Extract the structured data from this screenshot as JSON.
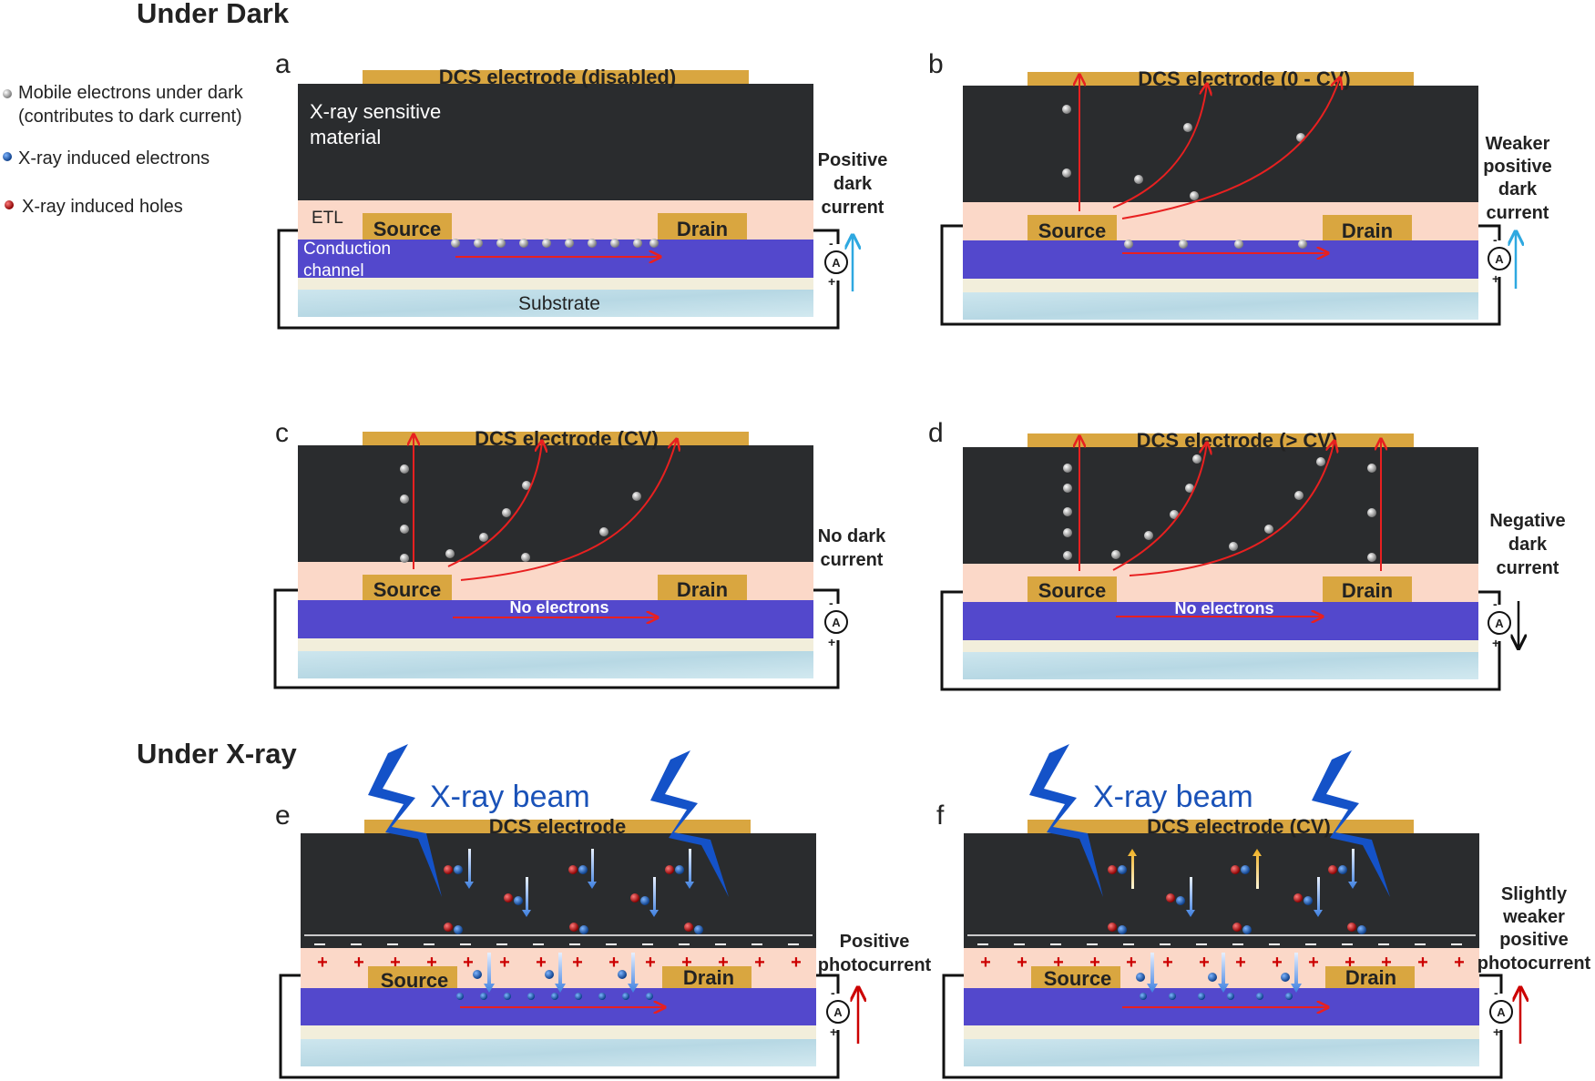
{
  "sections": {
    "dark": "Under Dark",
    "xray": "Under X-ray"
  },
  "legend": {
    "mobile_line1": "Mobile  electrons  under dark",
    "mobile_line2": "(contributes to dark current)",
    "electrons": "X-ray induced electrons",
    "holes": "X-ray induced holes"
  },
  "labels": {
    "source": "Source",
    "drain": "Drain",
    "etl": "ETL",
    "xray_material_1": "X-ray sensitive",
    "xray_material_2": "material",
    "channel_1": "Conduction",
    "channel_2": "channel",
    "substrate": "Substrate",
    "no_electrons": "No electrons",
    "xray_beam": "X-ray beam",
    "ammeter": "A",
    "minus": "-",
    "plus": "+"
  },
  "panels": {
    "a": {
      "letter": "a",
      "electrode": "DCS electrode (disabled)",
      "side": [
        "Positive",
        "dark",
        "current"
      ]
    },
    "b": {
      "letter": "b",
      "electrode": "DCS electrode (0 - CV)",
      "side": [
        "Weaker",
        "positive",
        "dark",
        "current"
      ]
    },
    "c": {
      "letter": "c",
      "electrode": "DCS electrode (CV)",
      "side": [
        "No dark",
        "current"
      ]
    },
    "d": {
      "letter": "d",
      "electrode": "DCS electrode (> CV)",
      "side": [
        "Negative",
        "dark",
        "current"
      ]
    },
    "e": {
      "letter": "e",
      "electrode": "DCS electrode",
      "side": [
        "Positive",
        "photocurrent"
      ]
    },
    "f": {
      "letter": "f",
      "electrode": "DCS electrode (CV)",
      "side": [
        "Slightly",
        "weaker",
        "positive",
        "photocurrent"
      ]
    }
  },
  "colors": {
    "electrode": "#d9a640",
    "black_layer": "#2a2c2e",
    "etl": "#fbd8c8",
    "channel": "#5348cc",
    "substrate": "#c6e1ea",
    "red_arrow": "#e82020",
    "current_dark": "#2ea8e0",
    "current_neg": "#111111",
    "current_photo": "#cc0000",
    "beam": "#1452c8",
    "electron_blue": "#1a4fa0",
    "hole_red": "#b01010"
  }
}
